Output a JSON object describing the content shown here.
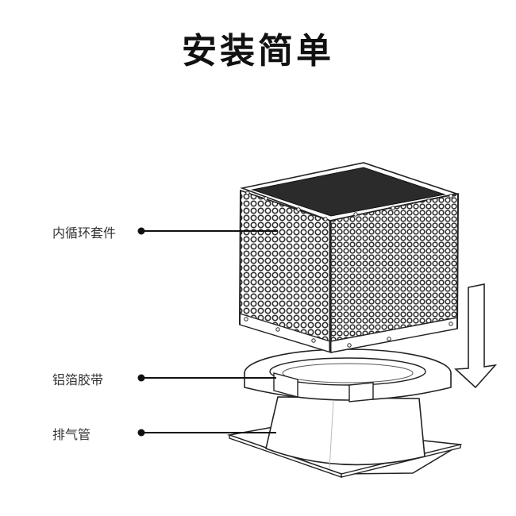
{
  "title": "安装简单",
  "labels": {
    "filter": "内循环套件",
    "tape": "铝箔胶带",
    "pipe": "排气管"
  },
  "colors": {
    "line": "#222222",
    "filter_top": "#2b2b2b",
    "mesh": "#333333"
  }
}
